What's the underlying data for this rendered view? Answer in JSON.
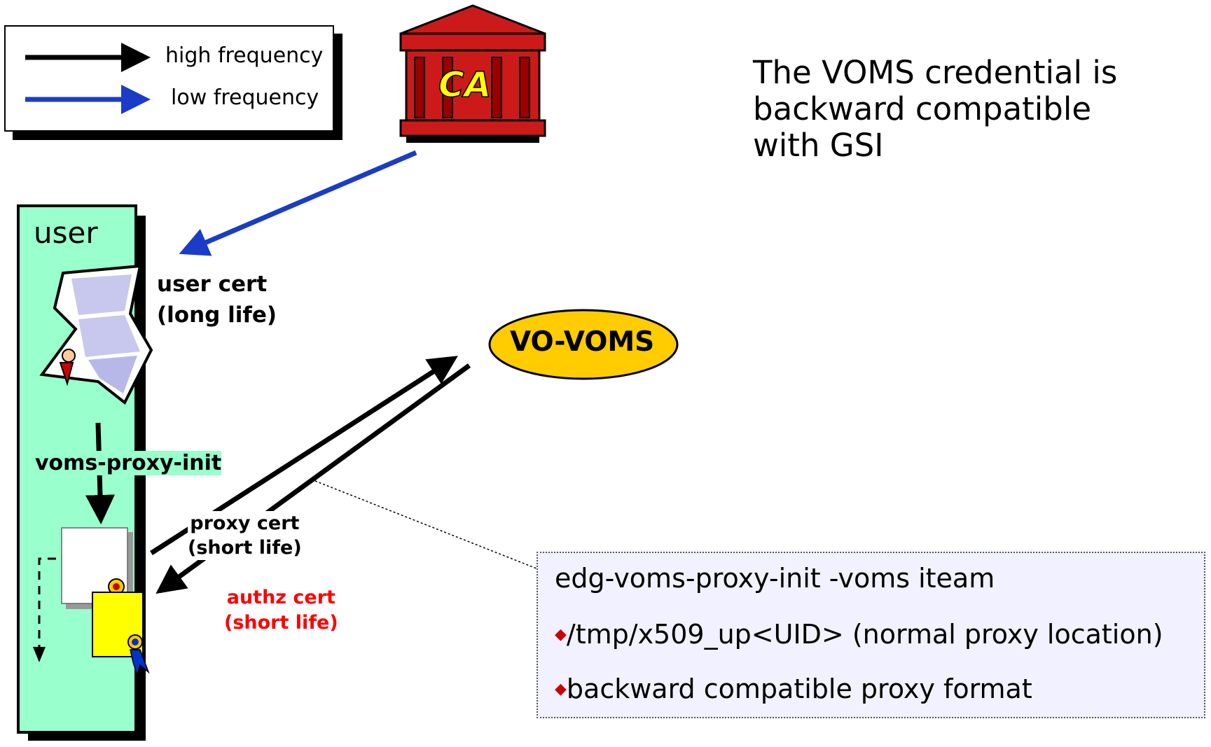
{
  "legend": {
    "items": [
      {
        "label": "high frequency",
        "color": "#000000"
      },
      {
        "label": "low frequency",
        "color": "#1a3cc8"
      }
    ]
  },
  "ca": {
    "label": "CA",
    "color": "#cc1a1a",
    "label_color": "#ffff00"
  },
  "user_panel": {
    "title": "user",
    "color": "#99ffcc"
  },
  "user_cert": {
    "line1": "user cert",
    "line2": "(long life)"
  },
  "voms_proxy_init": {
    "label": "voms-proxy-init"
  },
  "proxy_cert": {
    "line1": "proxy cert",
    "line2": "(short life)"
  },
  "authz_cert": {
    "line1": "authz cert",
    "line2": "(short life)",
    "color": "#ff0000"
  },
  "vo_voms": {
    "label": "VO-VOMS",
    "color": "#ffcc00"
  },
  "statement": {
    "line1": "The VOMS credential is",
    "line2": "backward compatible",
    "line3": "with GSI"
  },
  "command_box": {
    "command": "edg-voms-proxy-init -voms iteam",
    "bullets": [
      "/tmp/x509_up<UID> (normal proxy location)",
      "backward compatible proxy format"
    ],
    "bullet_color": "#cc0000"
  }
}
